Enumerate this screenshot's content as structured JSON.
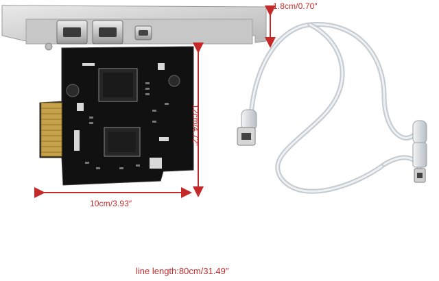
{
  "dimensions": {
    "bracket_height": "1.8cm/0.70″",
    "card_width": "10cm/3.93″",
    "card_height": "12cm/4.72″"
  },
  "caption": "line length:80cm/31.49″",
  "colors": {
    "accent": "#c42a2a",
    "pcb": "#111111",
    "bracket": "#cfcfcf",
    "cable": "#d8dce0",
    "gold_contacts": "#c8a24a"
  }
}
